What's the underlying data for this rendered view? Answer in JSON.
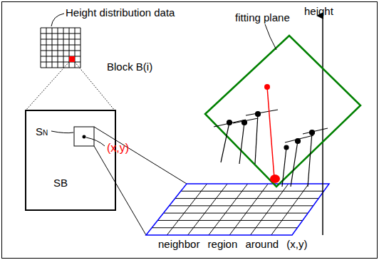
{
  "diagram": {
    "nodes": [
      {
        "text": [
          "SB"
        ]
      }
    ],
    "labels": [
      "Height distribution data",
      "height",
      "fitting plane",
      "Block B(i)",
      "SN",
      "(x,y)",
      "neighbor region around (x,y)"
    ]
  }
}
